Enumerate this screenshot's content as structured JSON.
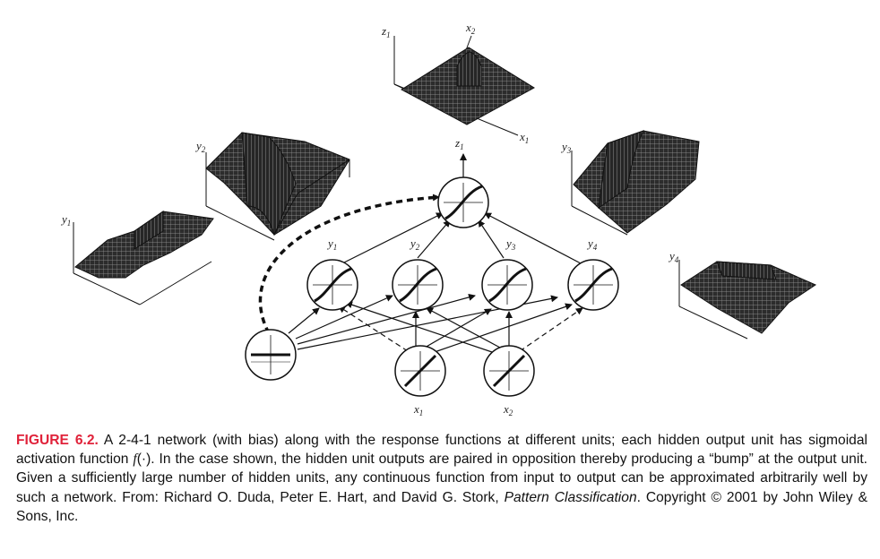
{
  "diagram": {
    "labels": {
      "z1_top_axis": "z1",
      "x2_top_axis": "x2",
      "x1_top_axis": "x1",
      "y2_plot_axis": "y2",
      "y1_plot_axis": "y1",
      "y3_plot_axis": "y3",
      "y4_plot_axis": "y4",
      "z1_node": "z1",
      "y1_node": "y1",
      "y2_node": "y2",
      "y3_node": "y3",
      "y4_node": "y4",
      "x1_node": "x1",
      "x2_node": "x2"
    }
  },
  "caption": {
    "figure_label": "FIGURE 6.2.",
    "text_part1": " A 2-4-1 network (with bias) along with the response functions at different units; each hidden output unit has sigmoidal activation function ",
    "math_f": "f",
    "math_args": "(·)",
    "text_part2": ". In the case shown, the hidden unit outputs are paired in opposition thereby producing a “bump” at the output unit. Given a sufficiently large number of hidden units, any continuous function from input to output can be approximated arbitrarily well by such a network. From: Richard O. Duda, Peter E. Hart, and David G. Stork, ",
    "book_title": "Pattern Classification",
    "text_part3": ". Copyright © 2001 by John Wiley & Sons, Inc."
  }
}
